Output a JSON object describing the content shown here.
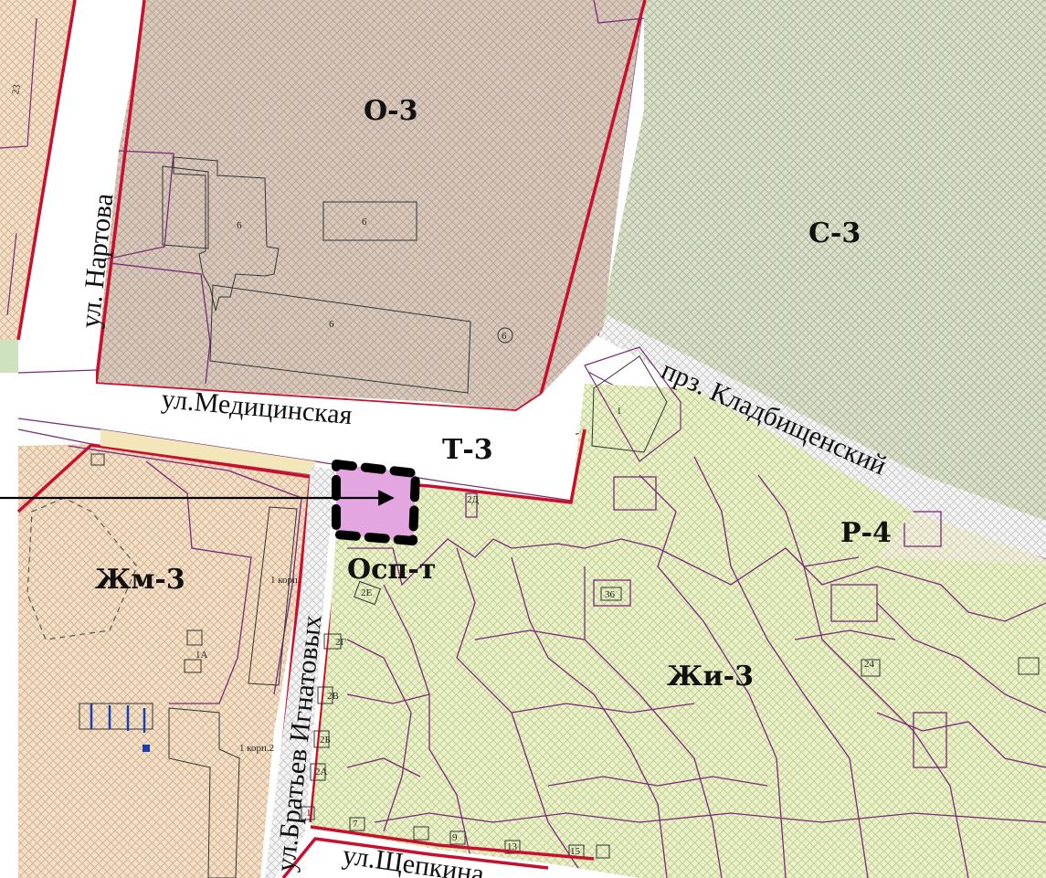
{
  "zones": {
    "o3": "О-3",
    "s3": "С-3",
    "t3": "Т-3",
    "r4": "Р-4",
    "zhm3": "Жм-3",
    "zhi3": "Жи-3",
    "osp": "Осп-т"
  },
  "streets": {
    "nartova": "ул. Нартова",
    "medicinskaya": "ул.Медицинская",
    "kladbishchensky": "прз. Кладбищенский",
    "bratyev": "ул.Братьев Игнатовых",
    "shchepkina": "ул.Щепкина"
  },
  "lots": {
    "l23": "23",
    "l6a": "6",
    "l6b": "6",
    "l6c": "6",
    "l6d": "6",
    "l1": "1",
    "l2a_top": "2Д",
    "l2e": "2Е",
    "l2g": "2Г",
    "l2v": "2В",
    "l2b": "2Б",
    "l2a": "2А",
    "l1korp": "1 корп.",
    "l1a": "1А",
    "l1korp2": "1 корп.2",
    "l36": "36",
    "l24": "24",
    "l1b": "1",
    "l7": "7",
    "l13": "13",
    "l15": "15",
    "l9": "9"
  },
  "colors": {
    "residential": "#f3dfc6",
    "public": "#d8c8bc",
    "cemetery": "#d9dfc8",
    "individual": "#e8f0c4",
    "border": "#c8102e",
    "parcel": "#7a2a78",
    "highlight": "#e3a6e0"
  },
  "icons": {
    "arrow": "arrow-right-icon"
  }
}
